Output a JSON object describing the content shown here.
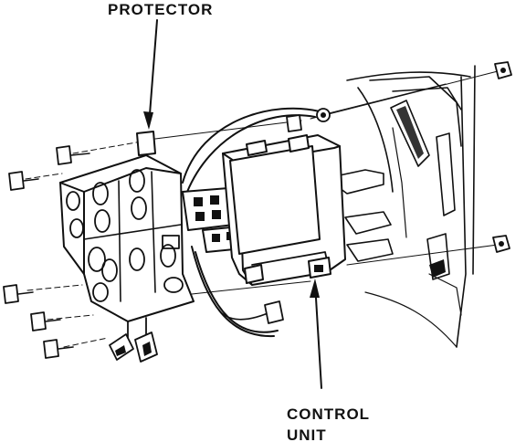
{
  "labels": {
    "protector": "PROTECTOR",
    "control_unit_line1": "CONTROL",
    "control_unit_line2": "UNIT"
  },
  "colors": {
    "ink": "#111111",
    "paper": "#ffffff"
  },
  "icons": [
    "bolt-icon",
    "nut-icon",
    "connector-icon",
    "leader-arrow-icon"
  ]
}
